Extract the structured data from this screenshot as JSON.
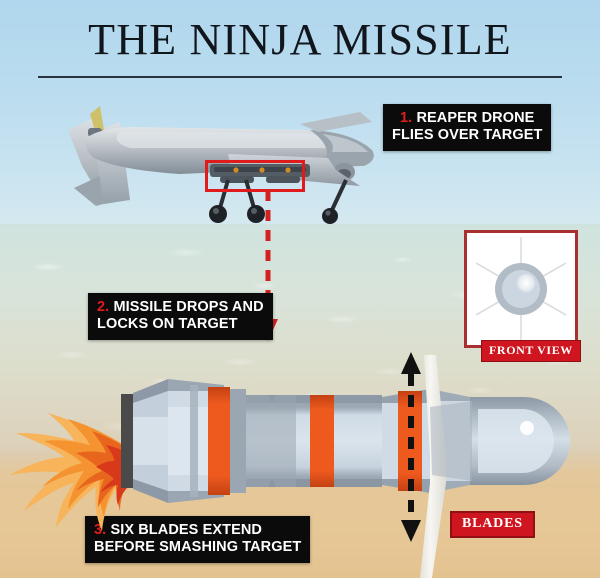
{
  "page": {
    "title": "THE NINJA MISSILE",
    "background_top_color": "#b0d7ed",
    "background_bottom_color": "#e3c390"
  },
  "captions": [
    {
      "id": "caption-1",
      "number": "1.",
      "line1": "REAPER DRONE",
      "line2": "FLIES OVER TARGET",
      "box_color": "#0b0b0b",
      "number_color": "#e21b1b",
      "text_color": "#ffffff"
    },
    {
      "id": "caption-2",
      "number": "2.",
      "line1": "MISSILE DROPS AND",
      "line2": "LOCKS ON TARGET",
      "box_color": "#0b0b0b",
      "number_color": "#e21b1b",
      "text_color": "#ffffff"
    },
    {
      "id": "caption-3",
      "number": "3.",
      "line1": "SIX BLADES EXTEND",
      "line2": "BEFORE SMASHING TARGET",
      "box_color": "#0b0b0b",
      "number_color": "#e21b1b",
      "text_color": "#ffffff"
    }
  ],
  "front_view": {
    "label": "FRONT VIEW",
    "label_bg": "#cf1620",
    "label_text_color": "#ffffff",
    "panel_border": "#a83030",
    "panel_bg": "#ffffff",
    "blade_count": 6
  },
  "blades_callout": {
    "label": "BLADES",
    "bg": "#cf1620",
    "text_color": "#ffffff"
  },
  "annotations": {
    "drop_arrow_color": "#d32020",
    "highlight_box_color": "#e01b1b",
    "extension_arrow_color": "#111111"
  },
  "missile": {
    "body_color": "#ccd9e4",
    "shadow_color": "#93a0ac",
    "band_color": "#ee5a1e",
    "band_dark_color": "#c44113",
    "nozzle_color": "#4a4a4a",
    "blade_color": "#f2f1ec",
    "flame_colors": [
      "#f7b45a",
      "#f59331",
      "#e8651e",
      "#d8391a"
    ]
  }
}
